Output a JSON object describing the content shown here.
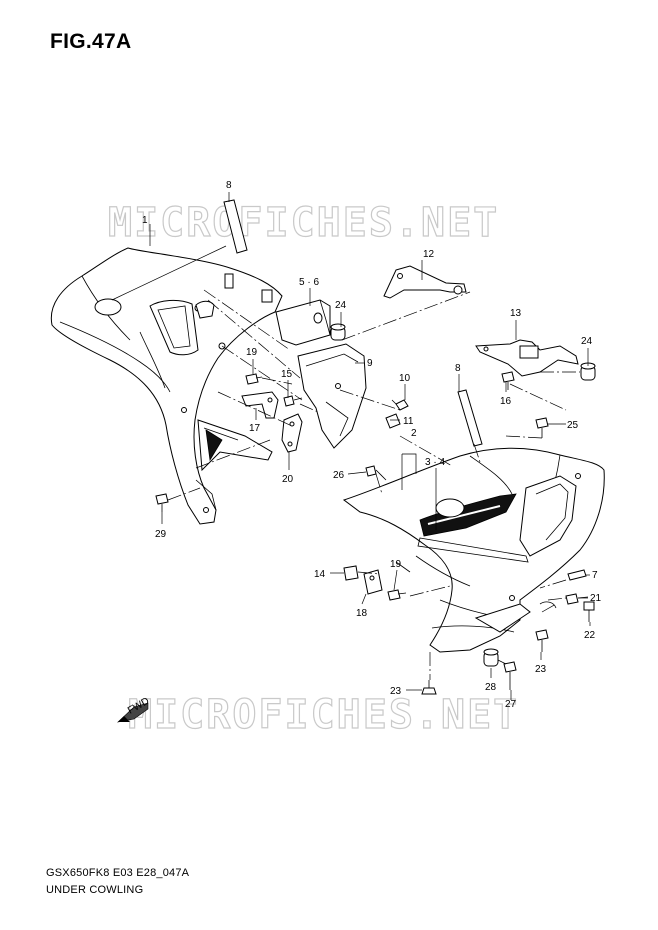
{
  "figure": {
    "title": "FIG.47A",
    "model_code": "GSX650FK8 E03 E28_047A",
    "name": "UNDER COWLING"
  },
  "watermark": {
    "text_top": "MICROFICHES.NET",
    "text_bottom": "MICROFICHES.NET",
    "fwd_label": "FWD"
  },
  "callouts": [
    {
      "id": "c1",
      "label": "1"
    },
    {
      "id": "c8a",
      "label": "8"
    },
    {
      "id": "c12",
      "label": "12"
    },
    {
      "id": "c56",
      "label": "5 · 6"
    },
    {
      "id": "c24a",
      "label": "24"
    },
    {
      "id": "c9",
      "label": "9"
    },
    {
      "id": "c19a",
      "label": "19"
    },
    {
      "id": "c15",
      "label": "15"
    },
    {
      "id": "c10",
      "label": "10"
    },
    {
      "id": "c17",
      "label": "17"
    },
    {
      "id": "c11",
      "label": "11"
    },
    {
      "id": "c20",
      "label": "20"
    },
    {
      "id": "c2",
      "label": "2"
    },
    {
      "id": "c34",
      "label": "3 · 4"
    },
    {
      "id": "c26",
      "label": "26"
    },
    {
      "id": "c29",
      "label": "29"
    },
    {
      "id": "c13",
      "label": "13"
    },
    {
      "id": "c24b",
      "label": "24"
    },
    {
      "id": "c16",
      "label": "16"
    },
    {
      "id": "c8b",
      "label": "8"
    },
    {
      "id": "c25",
      "label": "25"
    },
    {
      "id": "c14",
      "label": "14"
    },
    {
      "id": "c19b",
      "label": "19"
    },
    {
      "id": "c18",
      "label": "18"
    },
    {
      "id": "c7",
      "label": "7"
    },
    {
      "id": "c21",
      "label": "21"
    },
    {
      "id": "c22",
      "label": "22"
    },
    {
      "id": "c23a",
      "label": "23"
    },
    {
      "id": "c23b",
      "label": "23"
    },
    {
      "id": "c28",
      "label": "28"
    },
    {
      "id": "c27",
      "label": "27"
    }
  ]
}
